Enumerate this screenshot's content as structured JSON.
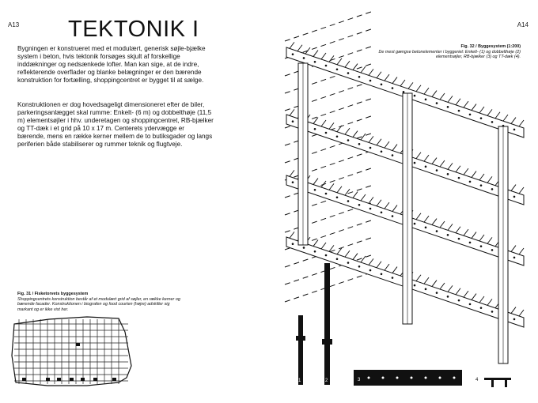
{
  "page": {
    "left_number": "A13",
    "right_number": "A14",
    "title": "TEKTONIK I"
  },
  "body_text": {
    "paragraph_1": "Bygningen er konstrueret med et modulært, generisk søjle-bjælke system i beton, hvis tektonik forsøges skjult af forskellige inddækninger og nedsænkede lofter. Man kan sige, at de indre, reflekterende overflader og blanke belægninger er den bærende konstruktion for fortælling, shoppingcentret er bygget til at sælge.",
    "paragraph_2": "Konstruktionen er dog hovedsageligt dimensioneret efter de biler, parkeringsanlægget skal rumme: Enkelt- (6 m) og dobbelthøje (11,5 m) elementsøjler i hhv. underetagen og shoppingcentret, RB-bjælker og TT-dæk i et grid på 10 x 17 m. Centerets ydervægge er bærende, mens en række kerner mellem de to butiksgader og langs periferien både stabiliserer og rummer teknik og flugtveje."
  },
  "figure_31": {
    "title": "Fig. 31 / Fisketorvets byggesystem",
    "caption": "Shoppingcentrets konstruktion består af et modulært grid af søjler, en række kerner og bærende facader. Konstruktionen i biografen og food courten (højre) adskiller sig markant og er ikke vist her."
  },
  "figure_32": {
    "title": "Fig. 32 / Byggesystem (1:200)",
    "caption": "De mest gængse betonelementer i byggeriet: Enkelt- (1) og dobbelthøje (2) elementsøjler, RB-bjælker (3) og TT-dæk (4)."
  },
  "element_labels": [
    "1",
    "2",
    "3",
    "4"
  ],
  "colors": {
    "ink": "#111111",
    "paper": "#ffffff"
  }
}
